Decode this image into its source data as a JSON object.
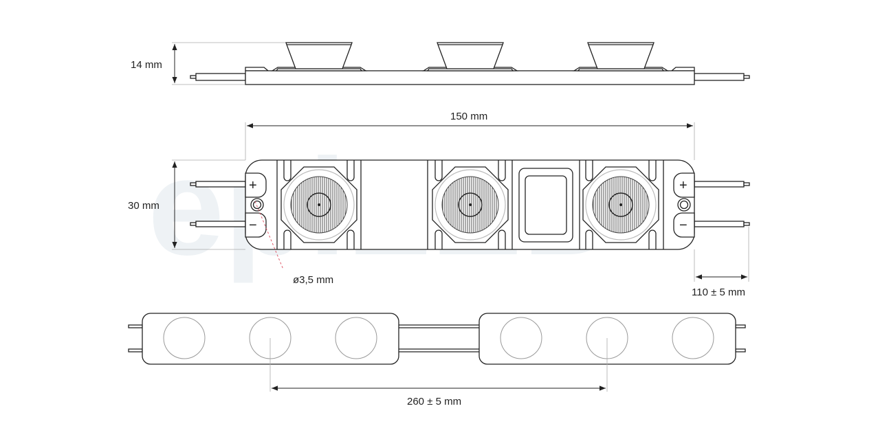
{
  "watermark": "epiLED",
  "side_view": {
    "height_label": "14 mm"
  },
  "top_view": {
    "length_label": "150 mm",
    "width_label": "30 mm",
    "hole_label": "ø3,5 mm",
    "wire_label": "110 ± 5 mm",
    "plus_symbol": "+",
    "minus_symbol": "−"
  },
  "chain_view": {
    "pitch_label": "260 ± 5 mm"
  },
  "colors": {
    "line": "#222222",
    "leader": "#e05a6a",
    "watermark": "#eef2f5"
  }
}
